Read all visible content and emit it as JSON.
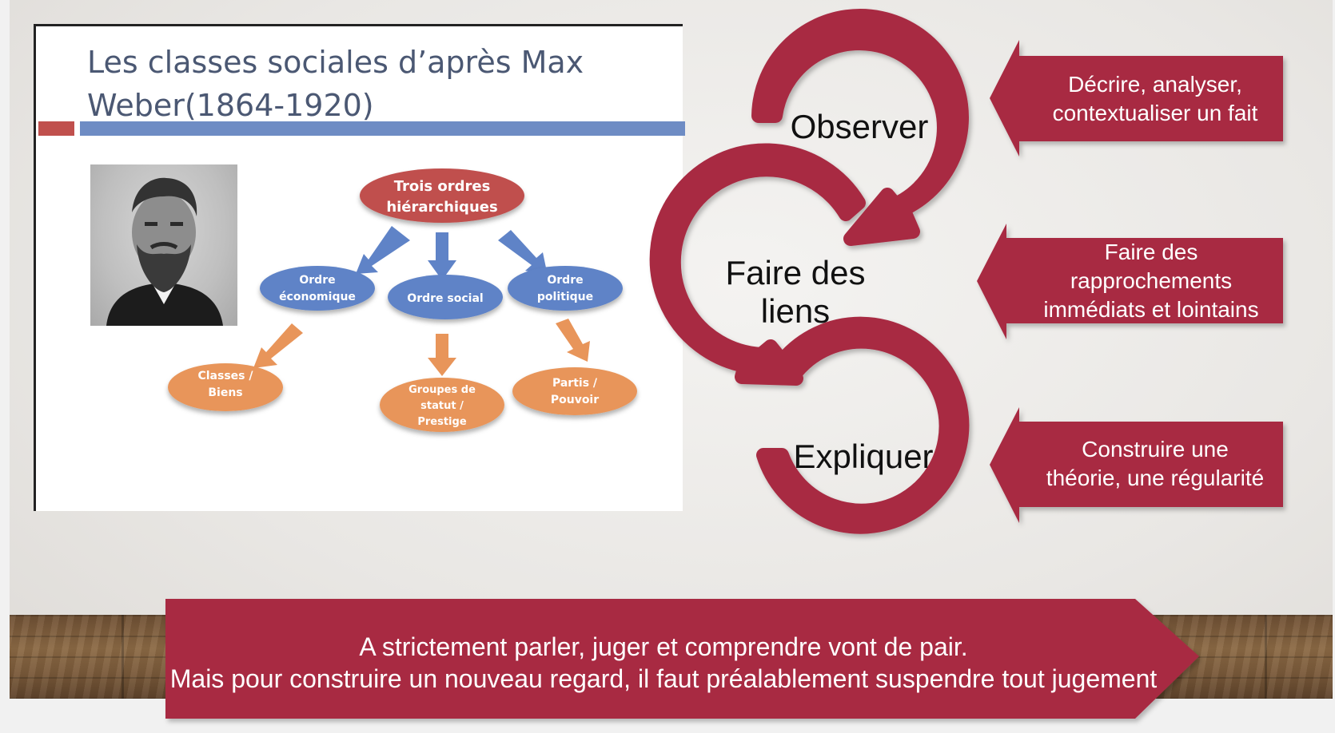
{
  "colors": {
    "accent_red": "#a82b43",
    "title_blue": "#4b5873",
    "bar_blue": "#6e8cc4",
    "bar_red": "#c0504d",
    "ellipse_red": "#c0504d",
    "ellipse_blue": "#5f83c7",
    "ellipse_orange": "#e8955a"
  },
  "embedded_slide": {
    "title_line1": "Les classes sociales d’après Max",
    "title_line2": "Weber(1864-1920)",
    "diagram": {
      "root": {
        "line1": "Trois ordres",
        "line2": "hiérarchiques"
      },
      "orders": [
        {
          "line1": "Ordre",
          "line2": "économique"
        },
        {
          "line1": "Ordre social",
          "line2": ""
        },
        {
          "line1": "Ordre",
          "line2": "politique"
        }
      ],
      "results": [
        {
          "line1": "Classes /",
          "line2": "Biens",
          "line3": ""
        },
        {
          "line1": "Groupes de",
          "line2": "statut /",
          "line3": "Prestige"
        },
        {
          "line1": "Partis /",
          "line2": "Pouvoir",
          "line3": ""
        }
      ]
    }
  },
  "cycle": {
    "step1": "Observer",
    "step2_line1": "Faire des",
    "step2_line2": "liens",
    "step3": "Expliquer"
  },
  "callouts": [
    {
      "line1": "Décrire, analyser,",
      "line2": "contextualiser un fait",
      "line3": ""
    },
    {
      "line1": "Faire des",
      "line2": "rapprochements",
      "line3": "immédiats et lointains"
    },
    {
      "line1": "Construire une",
      "line2": "théorie, une régularité",
      "line3": ""
    }
  ],
  "banner": {
    "line1": "A strictement parler, juger et comprendre vont de pair.",
    "line2": "Mais pour construire un nouveau regard, il faut préalablement suspendre tout jugement"
  }
}
